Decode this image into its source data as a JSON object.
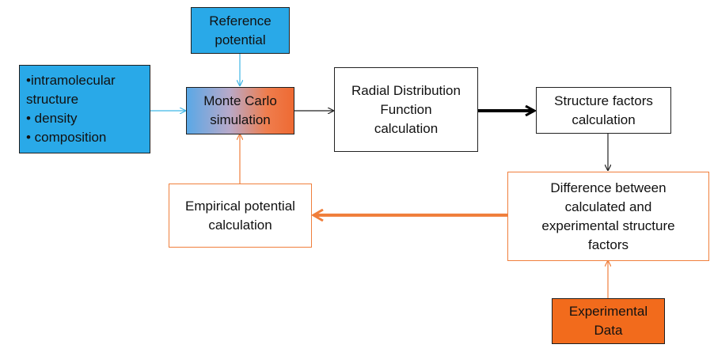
{
  "nodes": {
    "reference_potential": "Reference\npotential",
    "inputs": "•intramolecular\nstructure\n• density\n• composition",
    "monte_carlo": "Monte Carlo\nsimulation",
    "rdf": "Radial Distribution\nFunction\ncalculation",
    "structure_factors": "Structure factors\ncalculation",
    "difference": "Difference between\ncalculated and\nexperimental structure\nfactors",
    "empirical_potential": "Empirical potential\ncalculation",
    "experimental_data": "Experimental\nData"
  },
  "colors": {
    "input_blue": "#29a9e8",
    "arrow_blue": "#3fb6e6",
    "orange": "#f07f3c",
    "orange_fill": "#f26b1c",
    "black": "#222222"
  }
}
